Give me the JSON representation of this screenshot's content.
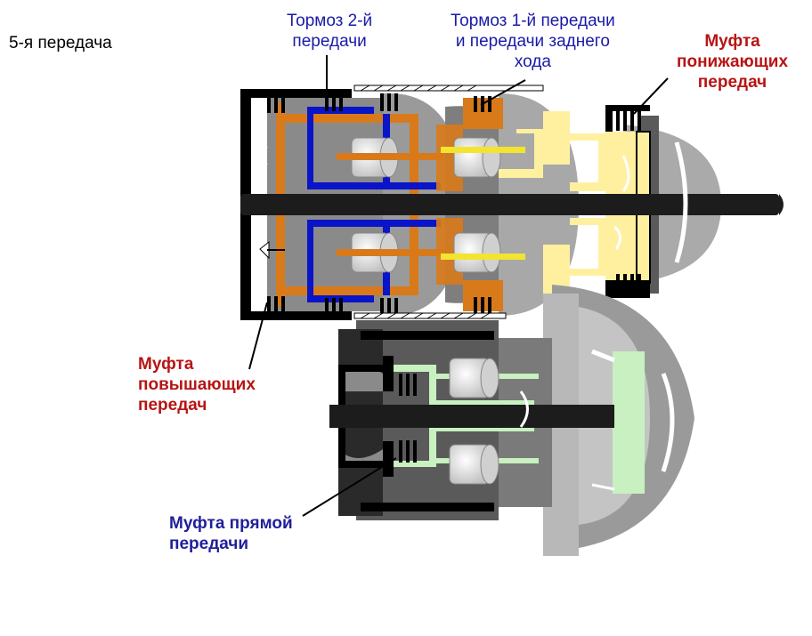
{
  "title": "5-я передача",
  "labels": {
    "brake2": [
      "Тормоз 2-й",
      "передачи"
    ],
    "brake1": [
      "Тормоз 1-й передачи",
      "и передачи заднего",
      "хода"
    ],
    "clutch_down": [
      "Муфта",
      "понижающих",
      "передач"
    ],
    "clutch_up": [
      "Муфта",
      "повышающих",
      "передач"
    ],
    "clutch_direct": [
      "Муфта прямой",
      "передачи"
    ]
  },
  "colors": {
    "brake2": "#1a1aa8",
    "brake1": "#000000",
    "clutch_down": "#b81414",
    "clutch_up": "#b81414",
    "clutch_direct": "#20209a",
    "orange": "#d97a1a",
    "blue_part": "#0a14c8",
    "yellow_part": "#fff0a0",
    "green_part": "#c8f0c0"
  }
}
